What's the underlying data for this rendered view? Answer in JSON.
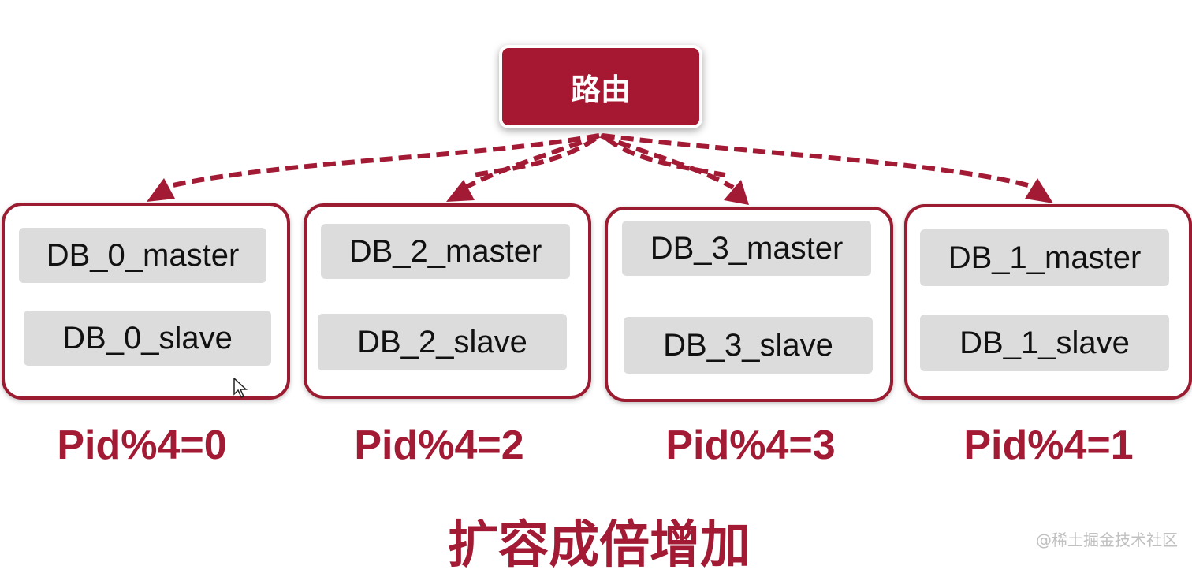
{
  "router": {
    "label": "路由"
  },
  "groups": [
    {
      "master": "DB_0_master",
      "slave": "DB_0_slave",
      "formula": "Pid%4=0"
    },
    {
      "master": "DB_2_master",
      "slave": "DB_2_slave",
      "formula": "Pid%4=2"
    },
    {
      "master": "DB_3_master",
      "slave": "DB_3_slave",
      "formula": "Pid%4=3"
    },
    {
      "master": "DB_1_master",
      "slave": "DB_1_slave",
      "formula": "Pid%4=1"
    }
  ],
  "caption": "扩容成倍增加",
  "watermark": "@稀土掘金技术社区",
  "colors": {
    "accent": "#a61732",
    "node_bg": "#dcdcdc",
    "border": "#9b1b30"
  }
}
